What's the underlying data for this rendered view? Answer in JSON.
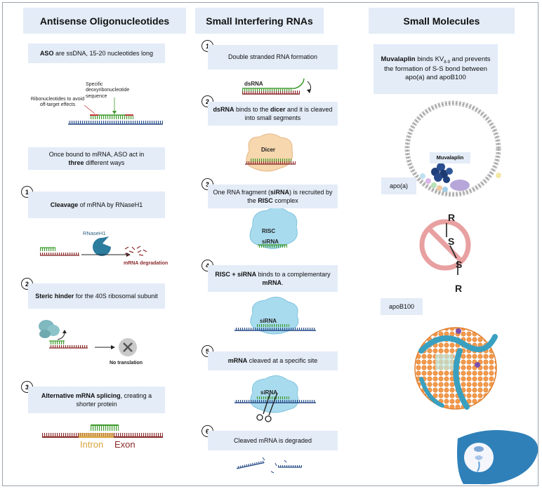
{
  "columns": {
    "aso": {
      "title": "Antisense Oligonucleotides",
      "intro_bold": "ASO",
      "intro_rest": " are ssDNA, 15-20 nucleotides long",
      "label_ribo": "Ribonucleotides to avoid off-target effects",
      "label_deoxy": "Specific deoxyribonucleotide sequence",
      "ways_part1": "Once bound to mRNA, ASO act in",
      "ways_bold": "three",
      "ways_part2": " different ways",
      "step1_num": "1",
      "step1_bold": "Cleavage",
      "step1_rest": " of mRNA by RNaseH1",
      "rnaseh1_label": "RNaseH1",
      "degradation_label": "mRNA degradation",
      "step2_num": "2",
      "step2_bold": "Steric hinder",
      "step2_rest": " for the  40S ribosomal subunit",
      "no_translation_label": "No translation",
      "step3_num": "3",
      "step3_bold": "Alternative mRNA splicing",
      "step3_rest": ", creating a shorter protein",
      "intron_label": "Intron",
      "exon_label": "Exon"
    },
    "sirna": {
      "title": "Small Interfering RNAs",
      "s1_num": "1",
      "s1_text": "Double stranded RNA formation",
      "dsrna_label": "dsRNA",
      "s2_num": "2",
      "s2_b1": "dsRNA",
      "s2_t1": " binds to the ",
      "s2_b2": "dicer",
      "s2_t2": " and it is cleaved into small segments",
      "dicer_label": "Dicer",
      "s3_num": "3",
      "s3_t1": "One RNA fragment (",
      "s3_b1": "siRNA",
      "s3_t2": ") is recruited by the ",
      "s3_b2": "RISC",
      "s3_t3": " complex",
      "risc_label": "RISC",
      "sirna_label": "siRNA",
      "s4_num": "4",
      "s4_b1": "RISC + siRNA",
      "s4_t1": " binds to a complementary ",
      "s4_b2": "mRNA",
      "s4_t2": ".",
      "sirna_label_2": "siRNA",
      "s5_num": "5",
      "s5_b1": "mRNA",
      "s5_t1": " cleaved at a specific site",
      "sirna_label_3": "siRNA",
      "s6_num": "6",
      "s6_text": "Cleaved mRNA is degraded"
    },
    "small_molecules": {
      "title": "Small Molecules",
      "desc_bold": "Muvalaplin",
      "desc_t1": " binds KV",
      "desc_sub": "8-9",
      "desc_t2": "  and prevents the formation of S-S bond between apo(a) and apoB100",
      "muvalaplin_label": "Muvalaplin",
      "apoa_label": "apo(a)",
      "r_top": "R",
      "s_top": "S",
      "s_bottom": "S",
      "r_bottom": "R",
      "apob_label": "apoB100"
    }
  },
  "colors": {
    "box_bg": "#e3ecf7",
    "dna_blue": "#2b4f8a",
    "rna_red": "#8a2a2a",
    "aso_green": "#3f9a2e",
    "cyan_protein": "#9fd2ea",
    "orange_particle": "#f4a25a",
    "prohibition_red": "#e8a0a0",
    "liver_blue": "#2f80b9"
  }
}
